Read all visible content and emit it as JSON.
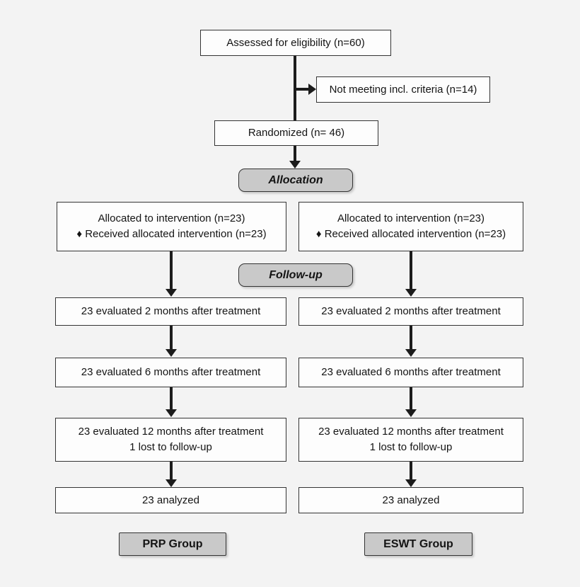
{
  "flow": {
    "assessed": "Assessed for eligibility (n=60)",
    "excluded": "Not meeting incl. criteria (n=14)",
    "randomized": "Randomized (n= 46)",
    "allocation_header": "Allocation",
    "followup_header": "Follow-up",
    "arms": [
      {
        "group": "PRP Group",
        "allocated": "Allocated to intervention (n=23)",
        "received": "♦ Received allocated intervention (n=23)",
        "eval_2m": "23 evaluated 2 months after treatment",
        "eval_6m": "23 evaluated 6 months after treatment",
        "eval_12m": "23 evaluated 12 months after treatment",
        "lost": "1 lost to follow-up",
        "analyzed": "23 analyzed"
      },
      {
        "group": "ESWT Group",
        "allocated": "Allocated to intervention (n=23)",
        "received": "♦ Received allocated intervention (n=23)",
        "eval_2m": "23 evaluated 2 months after treatment",
        "eval_6m": "23 evaluated 6 months after treatment",
        "eval_12m": "23 evaluated 12 months after treatment",
        "lost": "1 lost to follow-up",
        "analyzed": "23 analyzed"
      }
    ]
  }
}
